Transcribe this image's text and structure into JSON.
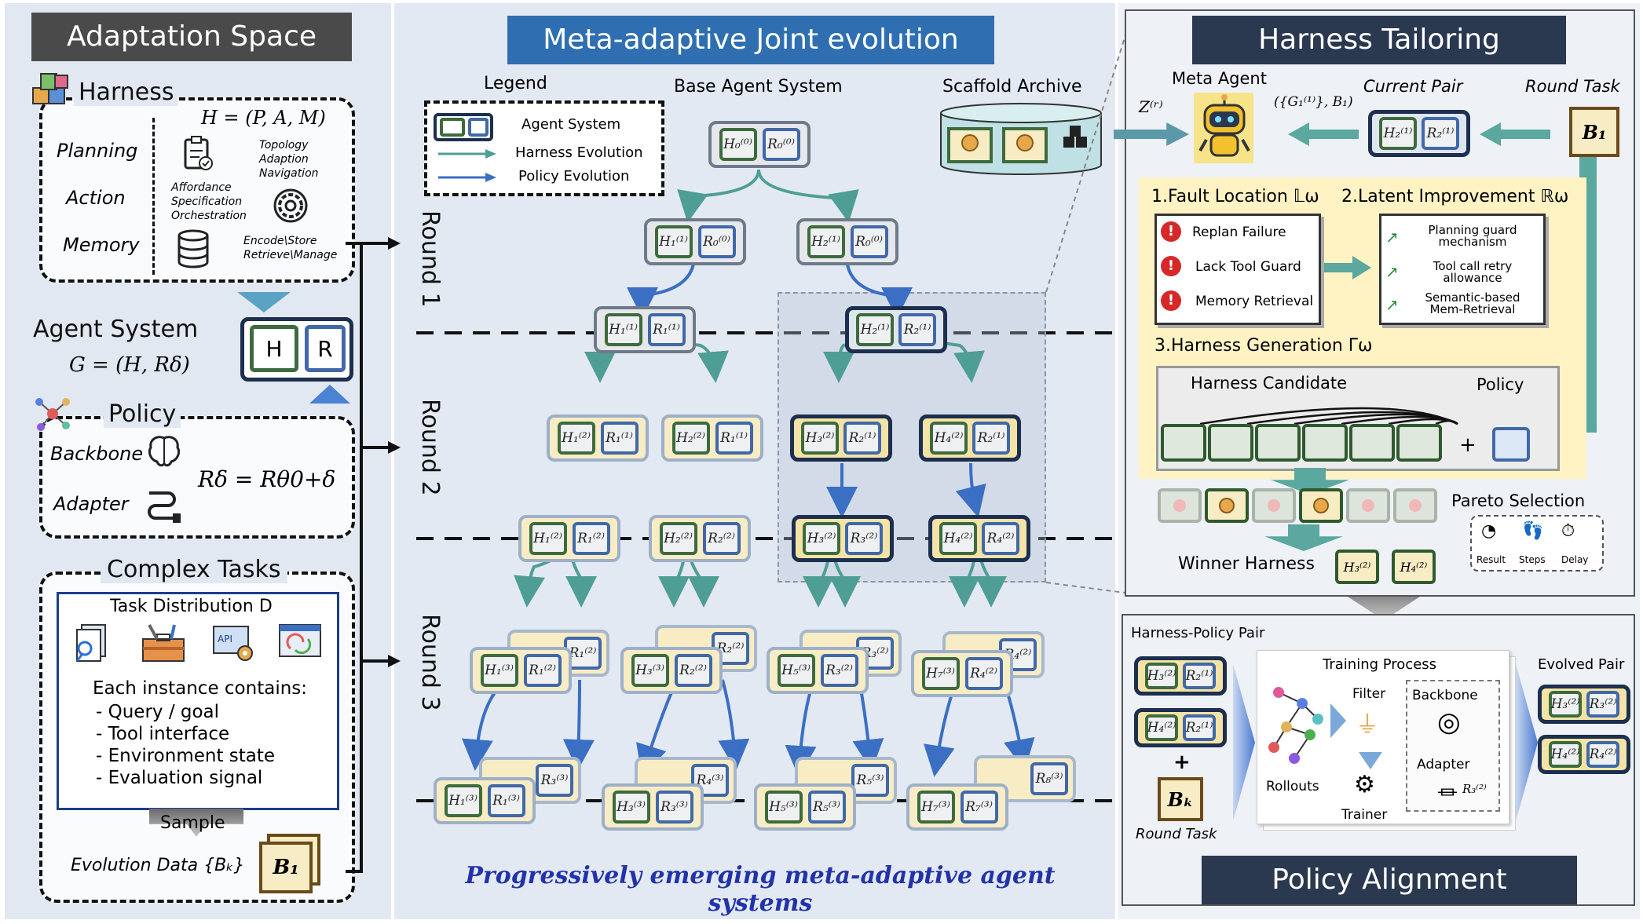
{
  "left": {
    "title": "Adaptation Space",
    "harness": {
      "label": "Harness",
      "formula": "H = (P, A, M)",
      "rows": [
        "Planning",
        "Action",
        "Memory"
      ],
      "topology_note": "Topology\nAdaption\nNavigation",
      "affordance_note": "Affordance\nSpecification\nOrchestration",
      "memory_note": "Encode\\Store\nRetrieve\\Manage"
    },
    "agent_system": {
      "label": "Agent System",
      "formula": "G = (H, Rδ)",
      "h_box": "H",
      "r_box": "R"
    },
    "policy": {
      "label": "Policy",
      "backbone": "Backbone",
      "adapter": "Adapter",
      "formula": "Rδ = Rθ0+δ"
    },
    "tasks": {
      "label": "Complex Tasks",
      "distribution": "Task Distribution D",
      "instance_header": "Each instance contains:",
      "items": [
        "- Query / goal",
        "- Tool interface",
        "- Environment state",
        "- Evaluation signal"
      ],
      "sample": "Sample",
      "evolution_data": "Evolution Data {Bₖ}",
      "b1": "B₁"
    }
  },
  "middle": {
    "title": "Meta-adaptive Joint evolution",
    "legend": {
      "title": "Legend",
      "agent_system": "Agent System",
      "harness_evolution": "Harness Evolution",
      "policy_evolution": "Policy Evolution"
    },
    "base_label": "Base Agent System",
    "archive_label": "Scaffold Archive",
    "rounds": [
      "Round 1",
      "Round 2",
      "Round 3"
    ],
    "footer": "Progressively emerging meta-adaptive agent systems",
    "nodes": {
      "base": [
        "H₀⁽⁰⁾",
        "R₀⁽⁰⁾"
      ],
      "r1a": [
        "H₁⁽¹⁾",
        "R₀⁽⁰⁾"
      ],
      "r1b": [
        "H₂⁽¹⁾",
        "R₀⁽⁰⁾"
      ],
      "r1c": [
        "H₁⁽¹⁾",
        "R₁⁽¹⁾"
      ],
      "r1d": [
        "H₂⁽¹⁾",
        "R₂⁽¹⁾"
      ],
      "r2a": [
        "H₁⁽²⁾",
        "R₁⁽¹⁾"
      ],
      "r2b": [
        "H₂⁽²⁾",
        "R₁⁽¹⁾"
      ],
      "r2c": [
        "H₃⁽²⁾",
        "R₂⁽¹⁾"
      ],
      "r2d": [
        "H₄⁽²⁾",
        "R₂⁽¹⁾"
      ],
      "r2e": [
        "H₁⁽²⁾",
        "R₁⁽²⁾"
      ],
      "r2f": [
        "H₂⁽²⁾",
        "R₂⁽²⁾"
      ],
      "r2g": [
        "H₃⁽²⁾",
        "R₃⁽²⁾"
      ],
      "r2h": [
        "H₄⁽²⁾",
        "R₄⁽²⁾"
      ],
      "r3a": [
        "H₁⁽³⁾",
        "R₁⁽²⁾"
      ],
      "r3b": [
        "H₃⁽³⁾",
        "R₂⁽²⁾"
      ],
      "r3c": [
        "H₅⁽³⁾",
        "R₃⁽²⁾"
      ],
      "r3d": [
        "H₇⁽³⁾",
        "R₄⁽²⁾"
      ],
      "r3e": [
        "H₁⁽³⁾",
        "R₁⁽³⁾"
      ],
      "r3f": [
        "H₃⁽³⁾",
        "R₃⁽³⁾"
      ],
      "r3g": [
        "H₅⁽³⁾",
        "R₅⁽³⁾"
      ],
      "r3h": [
        "H₇⁽³⁾",
        "R₇⁽³⁾"
      ],
      "back": [
        "R₁⁽²⁾",
        "R₂⁽²⁾",
        "R₃⁽²⁾",
        "R₄⁽²⁾",
        "R₃⁽³⁾",
        "R₄⁽³⁾",
        "R₅⁽³⁾",
        "R₈⁽³⁾"
      ]
    }
  },
  "right": {
    "tailoring_title": "Harness Tailoring",
    "meta_agent": "Meta Agent",
    "current_pair": "Current Pair",
    "round_task": "Round Task",
    "z_label": "Z⁽ʳ⁾",
    "g_set": "({G₁⁽¹⁾}, B₁)",
    "pair_h": "H₂⁽¹⁾",
    "pair_r": "R₂⁽¹⁾",
    "task_b1": "B₁",
    "fault_title": "1.Fault Location 𝕃ω",
    "latent_title": "2.Latent Improvement ℝω",
    "faults": [
      "Replan Failure",
      "Lack Tool Guard",
      "Memory Retrieval"
    ],
    "improvements": [
      "Planning guard mechanism",
      "Tool call retry allowance",
      "Semantic-based Mem-Retrieval"
    ],
    "generation_title": "3.Harness Generation Γω",
    "harness_candidate": "Harness Candidate",
    "policy_label": "Policy",
    "plus": "+",
    "pareto": "Pareto Selection",
    "pareto_items": [
      "Result",
      "Steps",
      "Delay"
    ],
    "winner": "Winner Harness",
    "winners": [
      "H₃⁽²⁾",
      "H₄⁽²⁾"
    ],
    "alignment_title": "Policy Alignment",
    "hp_pair": "Harness-Policy Pair",
    "pair1": [
      "H₃⁽²⁾",
      "R₂⁽¹⁾"
    ],
    "pair2": [
      "H₄⁽²⁾",
      "R₂⁽¹⁾"
    ],
    "bk": "Bₖ",
    "round_task2": "Round Task",
    "training": "Training Process",
    "rollouts": "Rollouts",
    "filter": "Filter",
    "trainer": "Trainer",
    "backbone": "Backbone",
    "adapter": "Adapter",
    "adapter_r": "R₃⁽²⁾",
    "evolved": "Evolved Pair",
    "evolved1": [
      "H₃⁽²⁾",
      "R₃⁽²⁾"
    ],
    "evolved2": [
      "H₄⁽²⁾",
      "R₄⁽²⁾"
    ]
  },
  "colors": {
    "dark_banner": "#4a4a4a",
    "blue_banner": "#2f6fb1",
    "navy_banner": "#2a3850",
    "teal_arrow": "#4f9e95",
    "blue_arrow": "#3a6fc4",
    "cream": "#f7ecc4",
    "footer_blue": "#2233aa"
  }
}
